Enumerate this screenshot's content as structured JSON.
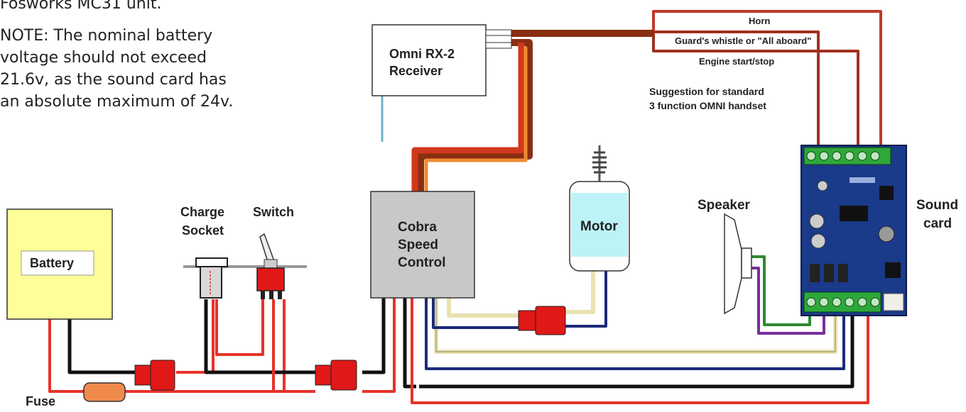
{
  "intro": {
    "line1": "Fosworks MC31 unit.",
    "note": "NOTE: The nominal battery voltage should not exceed 21.6v, as the sound card has an absolute maximum of 24v."
  },
  "receiver": {
    "line1": "Omni RX-2",
    "line2": "Receiver"
  },
  "speed_control": {
    "line1": "Cobra",
    "line2": "Speed",
    "line3": "Control"
  },
  "battery": {
    "label": "Battery"
  },
  "charge_socket": {
    "line1": "Charge",
    "line2": "Socket"
  },
  "switch": {
    "label": "Switch"
  },
  "fuse": {
    "label": "Fuse"
  },
  "motor": {
    "label": "Motor"
  },
  "speaker": {
    "label": "Speaker"
  },
  "sound_card": {
    "line1": "Sound",
    "line2": "card"
  },
  "functions": {
    "horn": "Horn",
    "whistle": "Guard's whistle or \"All aboard\"",
    "engine": "Engine start/stop",
    "suggestion_line1": "Suggestion for standard",
    "suggestion_line2": "3 function OMNI handset"
  },
  "colors": {
    "wire_red": "#e8322a",
    "wire_black": "#111111",
    "wire_brown": "#8a2e12",
    "wire_blue": "#1b2a7a",
    "wire_cream": "#e8e2b0",
    "wire_green": "#2e8a2e",
    "wire_purple": "#7a2e9a",
    "battery_fill": "#ffff99",
    "speed_control_fill": "#c8c8c8",
    "motor_fill": "#bdf3f7",
    "sound_card_fill": "#1a3a8a",
    "fuse_fill": "#f08a4a",
    "connector_red": "#e01818"
  }
}
